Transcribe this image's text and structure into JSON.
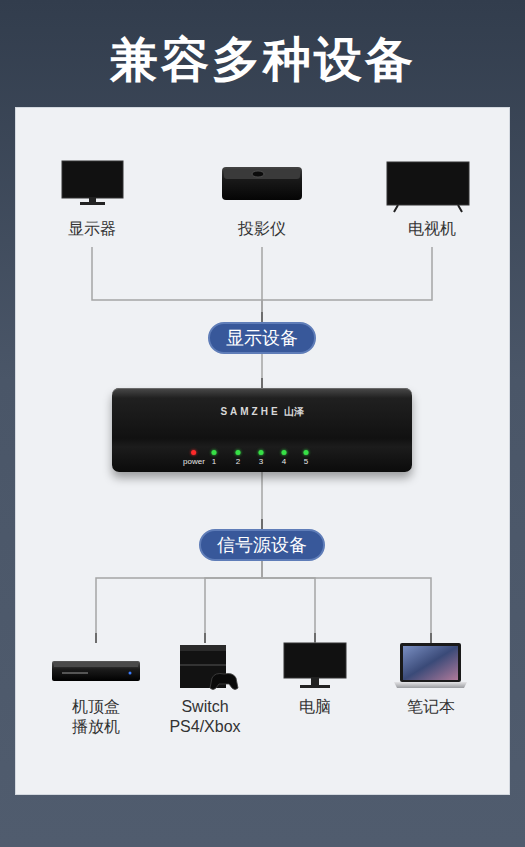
{
  "diagram": {
    "title": "兼容多种设备",
    "nodes": [
      {
        "text": [
          "显示器"
        ]
      },
      {
        "text": [
          "投影仪"
        ]
      },
      {
        "text": [
          "电视机"
        ]
      },
      {
        "text": [
          "显示设备"
        ]
      },
      {
        "text": [
          "SAMZHE",
          "山泽",
          "power",
          "1",
          "2",
          "3",
          "4",
          "5"
        ]
      },
      {
        "text": [
          "信号源设备"
        ]
      },
      {
        "text": [
          "机顶盒 播放机"
        ]
      },
      {
        "text": [
          "Switch PS4/Xbox"
        ]
      },
      {
        "text": [
          "电脑"
        ]
      },
      {
        "text": [
          "笔记本"
        ]
      }
    ],
    "edges": [
      {
        "from": 0,
        "to": 3,
        "arrow": "none"
      },
      {
        "from": 1,
        "to": 3,
        "arrow": "none"
      },
      {
        "from": 2,
        "to": 3,
        "arrow": "none"
      },
      {
        "from": 3,
        "to": 4,
        "arrow": "none"
      },
      {
        "from": 4,
        "to": 5,
        "arrow": "none"
      },
      {
        "from": 5,
        "to": 6,
        "arrow": "none"
      },
      {
        "from": 5,
        "to": 7,
        "arrow": "none"
      },
      {
        "from": 5,
        "to": 8,
        "arrow": "none"
      },
      {
        "from": 5,
        "to": 9,
        "arrow": "none"
      }
    ]
  }
}
